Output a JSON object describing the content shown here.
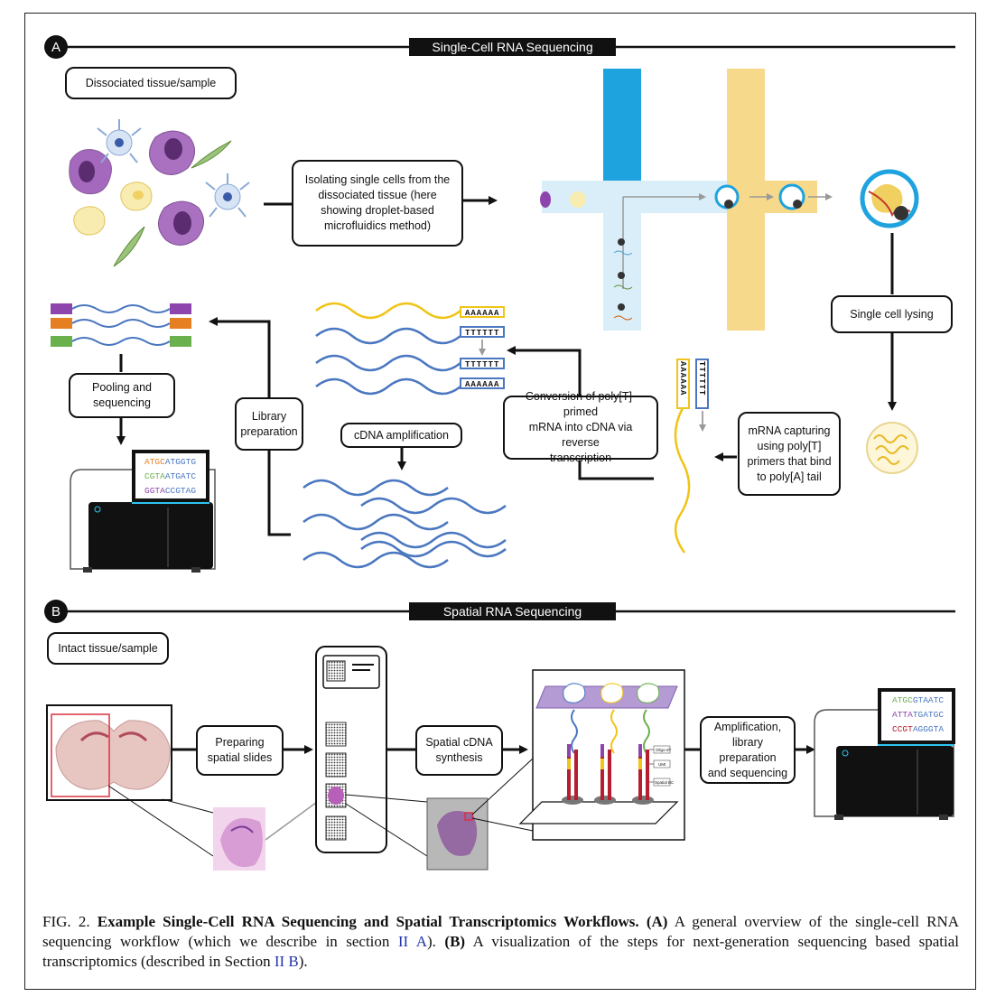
{
  "panel_a": {
    "badge": "A",
    "title": "Single-Cell RNA Sequencing",
    "dissociated_label": "Dissociated tissue/sample",
    "isolating_label": "Isolating single cells from the\ndissociated tissue (here\nshowing droplet-based\nmicrofluidics method)",
    "lysing_label": "Single cell lysing",
    "capturing_label": "mRNA capturing\nusing poly[T]\nprimers that bind\nto poly[A] tail",
    "conversion_label": "Conversion of poly[T]-primed\nmRNA into cDNA via reverse\ntranscription",
    "amplification_label": "cDNA amplification",
    "library_label": "Library\npreparation",
    "pooling_label": "Pooling and\nsequencing",
    "polyA": "AAAAAA",
    "polyT": "TTTTTT",
    "sequencer_reads": [
      {
        "a": "ATGC",
        "b": "ATGGTG"
      },
      {
        "a": "CGTA",
        "b": "ATGATC"
      },
      {
        "a": "GGTA",
        "b": "CCGTAG"
      }
    ]
  },
  "panel_b": {
    "badge": "B",
    "title": "Spatial RNA Sequencing",
    "intact_label": "Intact tissue/sample",
    "preparing_label": "Preparing\nspatial slides",
    "synthesis_label": "Spatial cDNA\nsynthesis",
    "amplification_label": "Amplification,\nlibrary preparation\nand sequencing",
    "probe_labels": [
      "Oligo-dT",
      "UMI",
      "Spatial BC"
    ],
    "sequencer_reads": [
      {
        "a": "ATGC",
        "b": "GTAATC"
      },
      {
        "a": "ATTA",
        "b": "TGATGC"
      },
      {
        "a": "CCGT",
        "b": "AGGGTA"
      }
    ]
  },
  "caption": {
    "fig_label": "FIG. 2.",
    "title": "Example Single-Cell RNA Sequencing and Spatial Transcriptomics Workflows.",
    "part_a_label": "(A)",
    "part_a_text": " A general overview of the single-cell RNA sequencing workflow (which we describe in section ",
    "ref_a": "II A",
    "part_b_label": "(B)",
    "part_b_text": " A visualization of the steps for next-generation sequencing based spatial transcriptomics (described in Section ",
    "ref_b": "II B",
    "end": ")."
  },
  "colors": {
    "channel_blue": "#1fa3df",
    "channel_yellow": "#f7d98b",
    "cell_purple": "#9b59b6",
    "rna_blue": "#4a77c0",
    "rna_yellow": "#f0c419",
    "dna_red": "#b51e2e",
    "tissue_pink": "#d9a7a7"
  }
}
